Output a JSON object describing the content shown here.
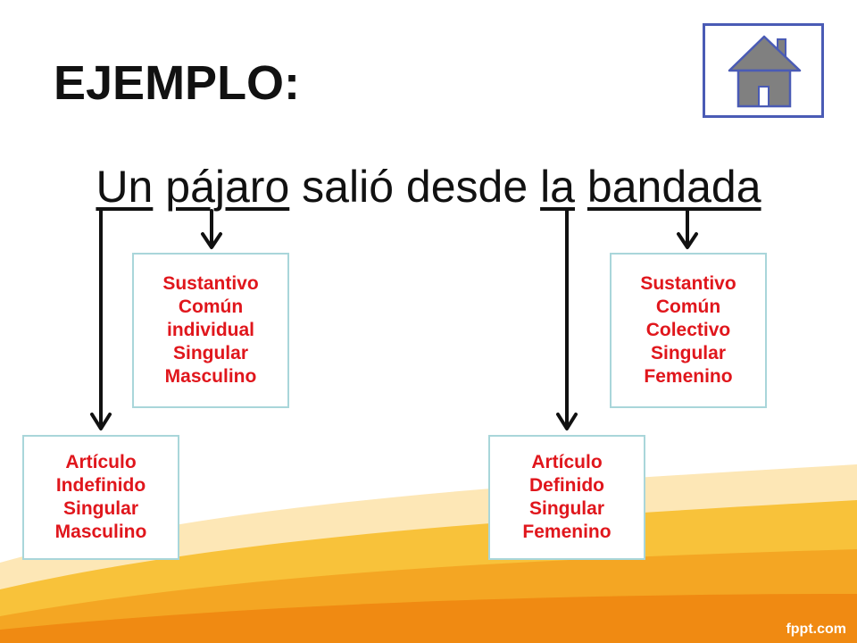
{
  "title": "EJEMPLO:",
  "sentence": {
    "w1": "Un",
    "w2": "pájaro",
    "w3": "salió",
    "w4": "desde",
    "w5": "la",
    "w6": "bandada"
  },
  "boxes": {
    "un": [
      "Artículo",
      "Indefinido",
      "Singular",
      "Masculino"
    ],
    "pajaro": [
      "Sustantivo",
      "Común",
      "individual",
      "Singular",
      "Masculino"
    ],
    "la": [
      "Artículo",
      "Definido",
      "Singular",
      "Femenino"
    ],
    "bandada": [
      "Sustantivo",
      "Común",
      "Colectivo",
      "Singular",
      "Femenino"
    ]
  },
  "brand": "fppt.com",
  "colors": {
    "label_text": "#e0161c",
    "box_border": "#a9d6da",
    "home_border": "#4a5bb5",
    "house_fill": "#808080",
    "wave_orange": "#f08a12",
    "wave_yellow": "#f8c23a"
  },
  "icons": {
    "home": "house-icon"
  }
}
